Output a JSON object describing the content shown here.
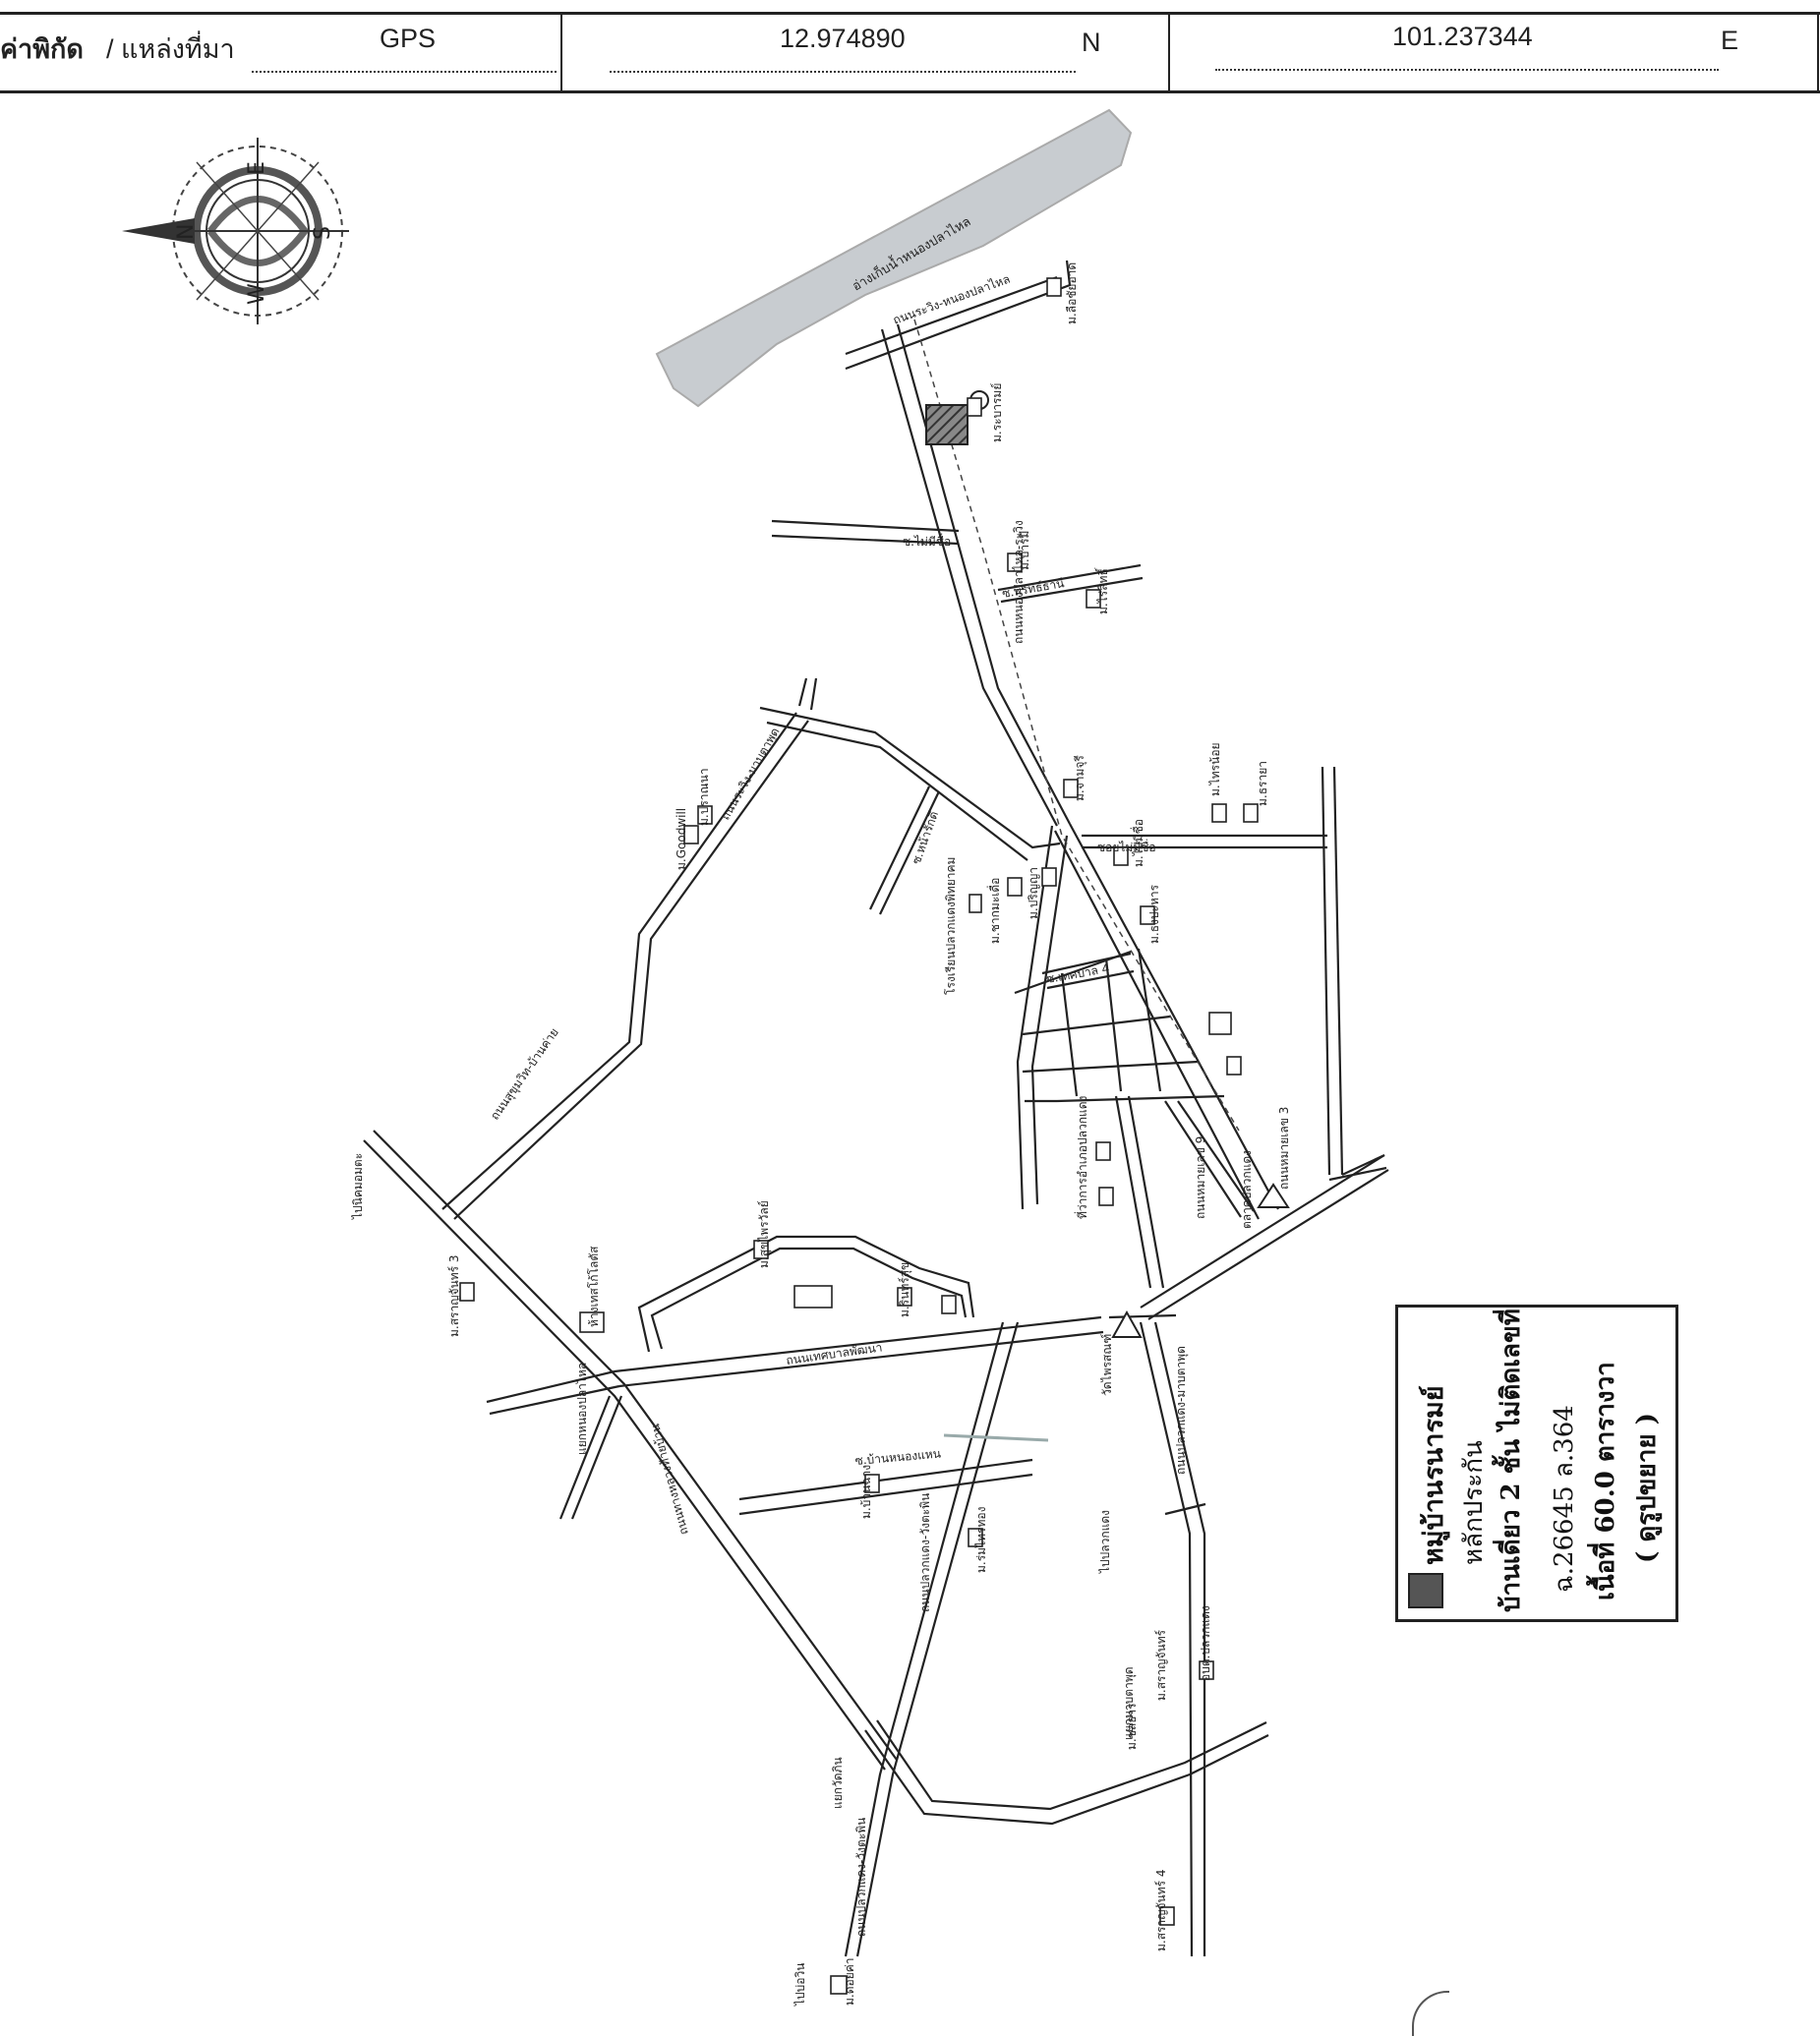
{
  "header": {
    "coord_label_bold": "ค่าพิกัด",
    "coord_label_rest": "/ แหล่งที่มา",
    "source": "GPS",
    "latitude": "12.974890",
    "lat_suffix": "N",
    "longitude": "101.237344",
    "lon_suffix": "E"
  },
  "compass": {
    "letters": [
      "N",
      "E",
      "S",
      "W"
    ],
    "icon": "compass-rose-icon"
  },
  "map": {
    "river": "อ่างเก็บน้ำหนองปลาไหล",
    "roads": [
      "ถนนระวิง-หนองปลาไหล",
      "ถนนหนองปลาไหล-ระวิง",
      "ถนนทางหลวงท้ายบ้าน",
      "ถนนหมายเลข 3",
      "ถนนหมายเลข 9",
      "ถนนเทศบาลพัฒนา",
      "ถนนปลวกแดง-มาบตาพุด",
      "ถนนปลวกแดง-วังตะพิน",
      "ถนนสุขุมวิท-บ้านค่าย",
      "ซ.บ้านหนองแหน",
      "ซอยไม่มีชื่อ",
      "ซ.ไม่มีชื่อ",
      "ซ.เทศบาล 4",
      "ซ.พรัทธ์ธานี",
      "ซ.หน้ารักดี",
      "ถนนระวิง-มาบตาพุด"
    ],
    "places": [
      "ม.ระบารมย์",
      "ม.ลือชัยอาด",
      "ม.บารมี",
      "ม.ไร่สิทธิ์",
      "ม.จามจุรี",
      "ม.ไทรน้อย",
      "ม.ธรายา",
      "ม.ไม่มีชื่อ",
      "ม.ปริญญา",
      "ม.Goodwill",
      "ม.ปราณนา",
      "ม.ชากมะเดื่อ",
      "ม.ธงปะหาร",
      "โรงเรียนปลวกแดงพิทยาคม",
      "ที่ว่าการอำเภอปลวกแดง",
      "ตลาดปลวกแดง",
      "วัดไพรสณฑ์",
      "ม.รินทร์สุข",
      "ม.สุขไพรวัลย์",
      "ห้างเทสโก้โลตัส",
      "ม.สราญจันทร์ 3",
      "ม.สราญจันทร์",
      "ม.สราญจันทร์ 4",
      "ม.ชลธาร",
      "ม.ร่มไทรทอง",
      "ม.บ้านฉาง",
      "อบต.ปลวกแดง",
      "ม.ดอยค่า",
      "ไปนิคมอมตะ",
      "ไปบ่อวิน",
      "ไปปลวกแดง",
      "แยกวัดภิน",
      "แยกมาบตาพุด",
      "แยกหนองปลาไหล"
    ]
  },
  "legend": {
    "title": "หมู่บ้านรนารมย์",
    "line2": "หลักประกัน",
    "line3": "บ้านเดี่ยว 2 ชั้น ไม่ติดเลขที่",
    "line4": "ฉ.26645 ล.364",
    "line5": "เนื้อที่ 60.0 ตารางวา",
    "line6": "( ดูรูปขยาย )",
    "swatch_color": "#555555"
  }
}
